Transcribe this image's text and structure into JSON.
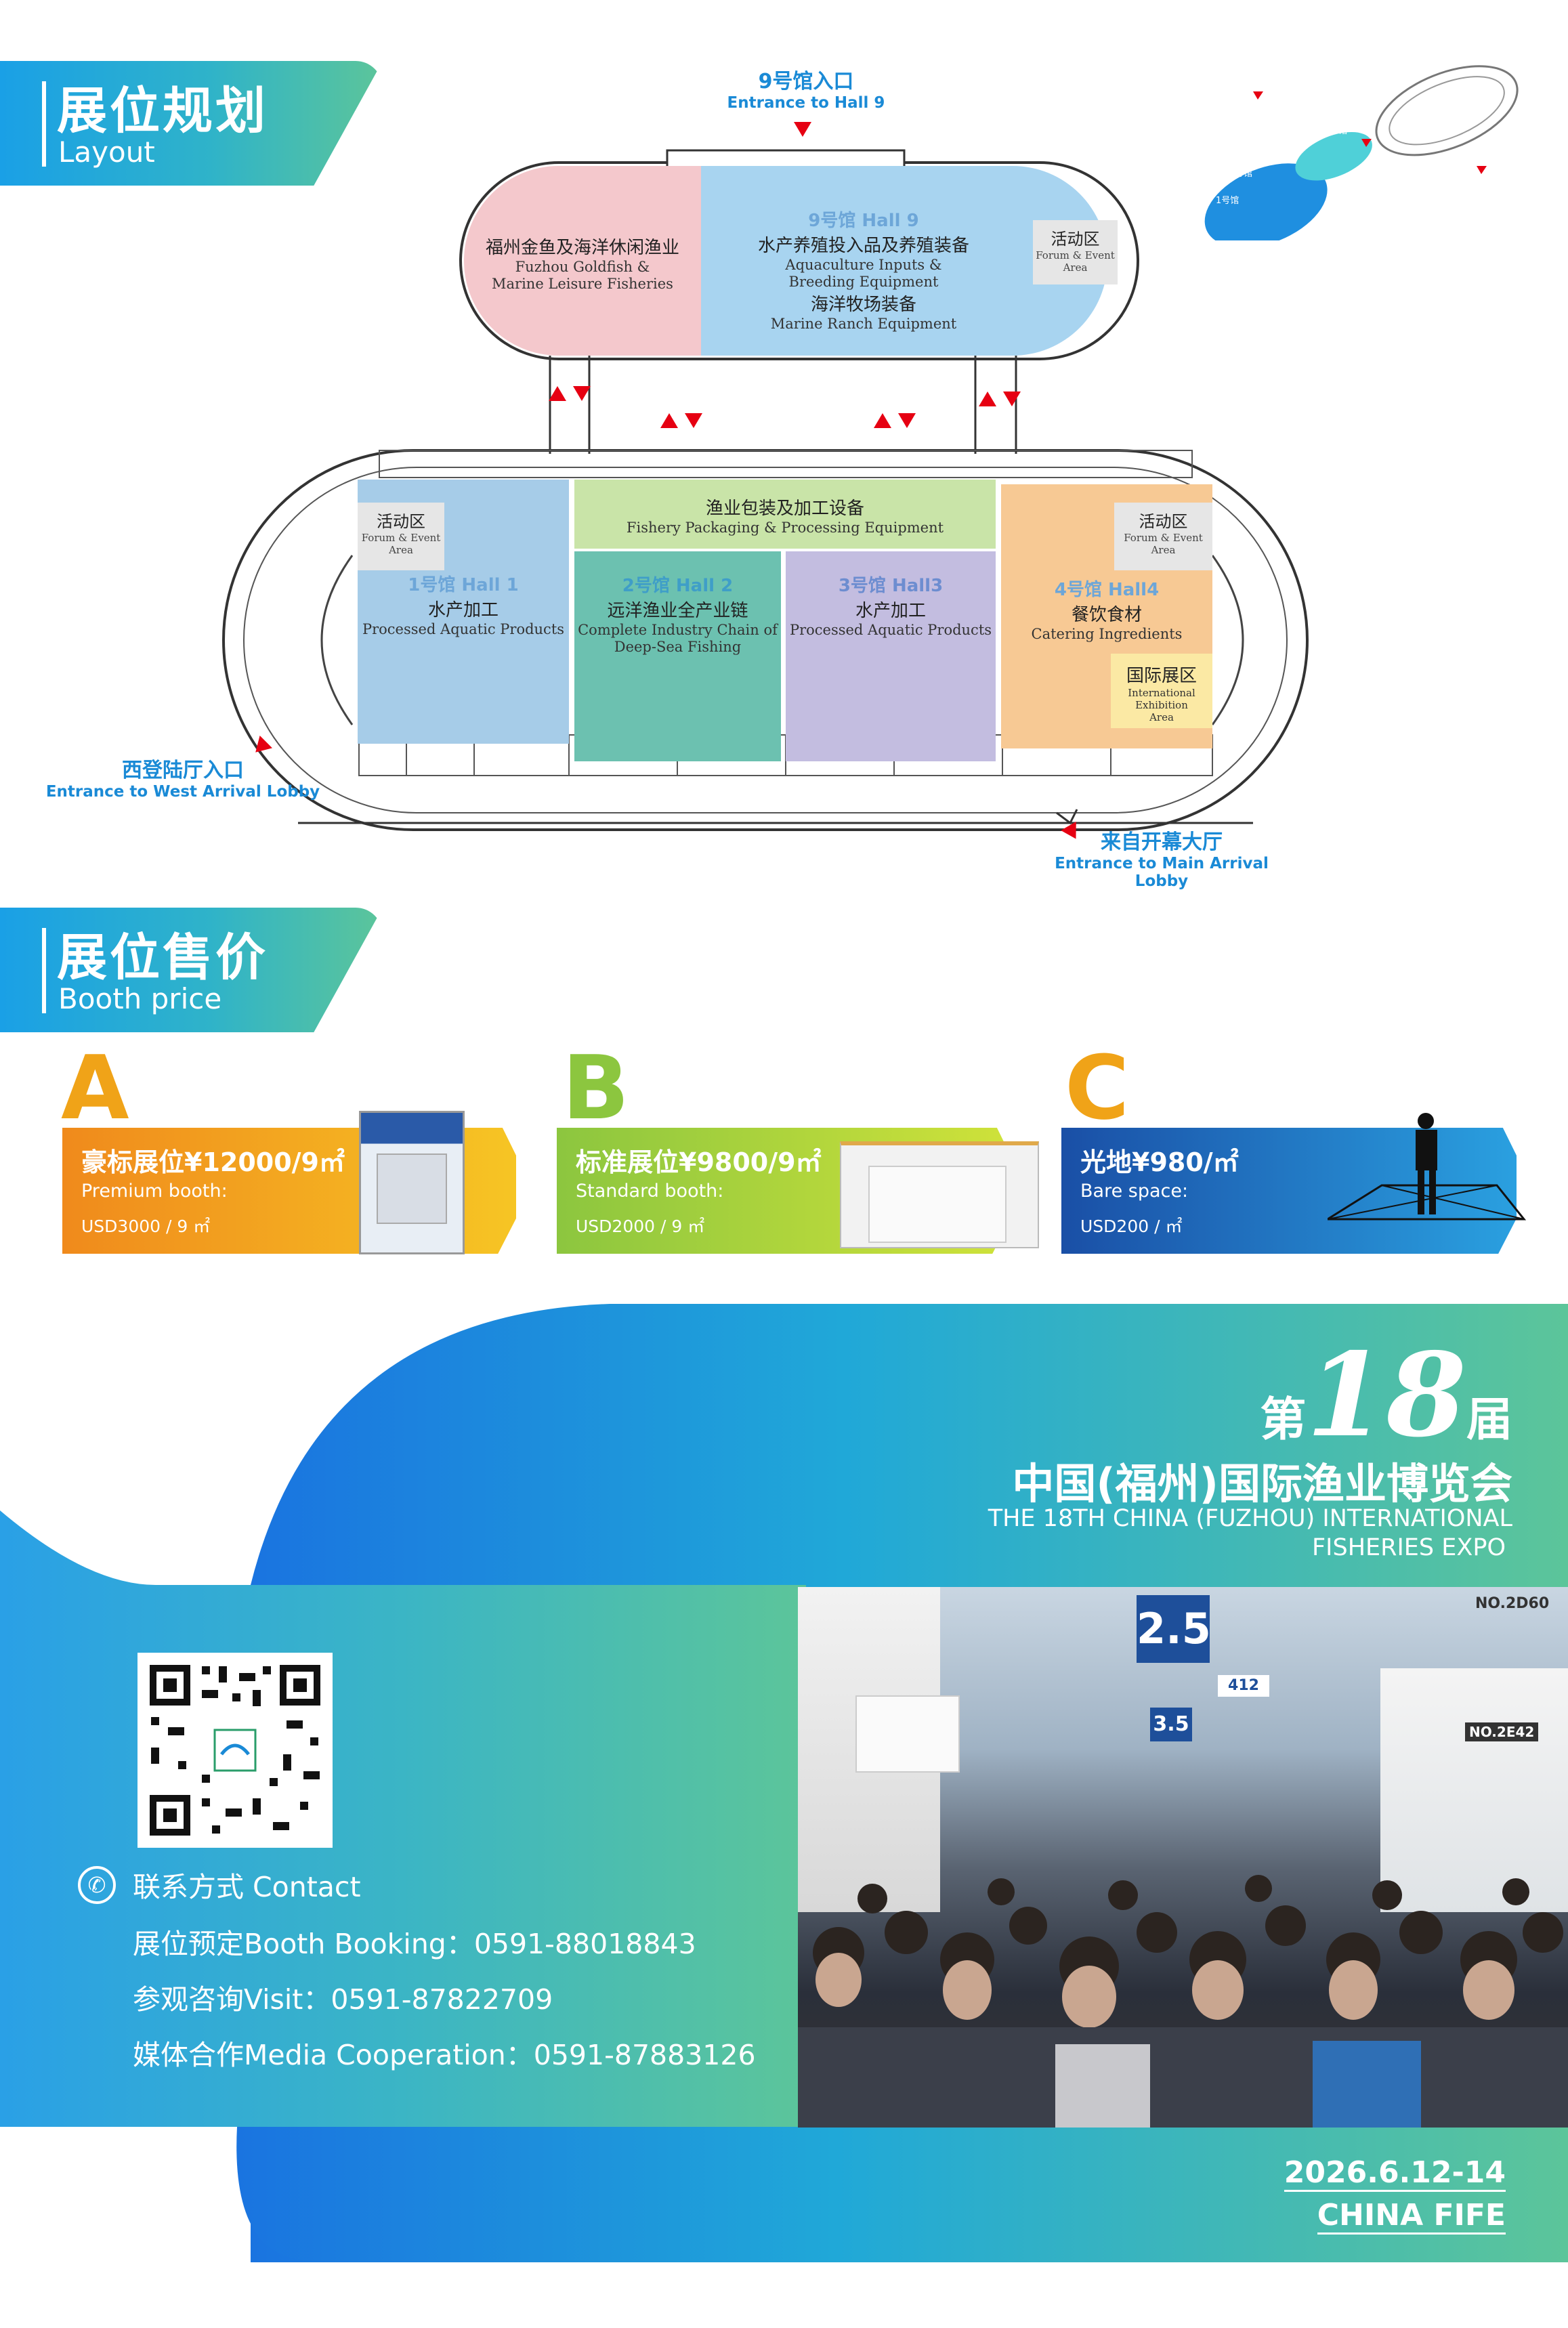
{
  "layout_section": {
    "title_zh": "展位规划",
    "title_en": "Layout"
  },
  "entrances": {
    "hall9_zh": "9号馆入口",
    "hall9_en": "Entrance to Hall 9",
    "west_zh": "西登陆厅入口",
    "west_en": "Entrance to West Arrival Lobby",
    "main_zh": "来自开幕大厅",
    "main_en": "Entrance to Main Arrival Lobby"
  },
  "hall9": {
    "left_zh": "福州金鱼及海洋休闲渔业",
    "left_en1": "Fuzhou Goldfish &",
    "left_en2": "Marine Leisure Fisheries",
    "title": "9号馆 Hall 9",
    "line1_zh": "水产养殖投入品及养殖装备",
    "line1_en1": "Aquaculture Inputs &",
    "line1_en2": "Breeding Equipment",
    "line2_zh": "海洋牧场装备",
    "line2_en": "Marine Ranch Equipment"
  },
  "event_area": {
    "zh": "活动区",
    "en": "Forum & Event Area"
  },
  "packaging": {
    "zh": "渔业包装及加工设备",
    "en": "Fishery Packaging & Processing Equipment"
  },
  "hall1": {
    "title": "1号馆 Hall 1",
    "zh": "水产加工",
    "en": "Processed Aquatic Products"
  },
  "hall2": {
    "title": "2号馆 Hall 2",
    "zh": "远洋渔业全产业链",
    "en1": "Complete Industry Chain of",
    "en2": "Deep-Sea Fishing"
  },
  "hall3": {
    "title": "3号馆 Hall3",
    "zh": "水产加工",
    "en": "Processed Aquatic Products"
  },
  "hall4": {
    "title": "4号馆 Hall4",
    "zh": "餐饮食材",
    "en": "Catering Ingredients",
    "intl_zh": "国际展区",
    "intl_en1": "International Exhibition",
    "intl_en2": "Area"
  },
  "minimap": {
    "h1": "1号馆",
    "h2": "2号馆",
    "h3": "3号馆",
    "h4": "4号馆",
    "h9": "9号馆"
  },
  "price_section": {
    "title_zh": "展位售价",
    "title_en": "Booth price"
  },
  "booths": [
    {
      "letter": "A",
      "name": "豪标展位¥12000/9㎡",
      "sub": "Premium booth:",
      "usd": "USD3000 / 9 ㎡",
      "color": "#f0a318"
    },
    {
      "letter": "B",
      "name": "标准展位¥9800/9㎡",
      "sub": "Standard booth:",
      "usd": "USD2000 / 9 ㎡",
      "color": "#8cc63f"
    },
    {
      "letter": "C",
      "name": "光地¥980/㎡",
      "sub": "Bare space:",
      "usd": "USD200 / ㎡",
      "color": "#f0a318"
    }
  ],
  "expo": {
    "di": "第",
    "num": "18",
    "jie": "届",
    "name_zh": "中国(福州)国际渔业博览会",
    "name_en1": "THE 18TH  CHINA (FUZHOU) INTERNATIONAL",
    "name_en2": "FISHERIES EXPO",
    "date": "2026.6.12-14",
    "brand": "CHINA FIFE"
  },
  "contact": {
    "title": "联系方式 Contact",
    "booking": "展位预定Booth Booking：0591-88018843",
    "visit": "参观咨询Visit：0591-87822709",
    "media": "媒体合作Media Cooperation：0591-87883126"
  },
  "photo": {
    "sign1": "2.5",
    "sign2": "3.5",
    "sign3": "NO.2D60",
    "sign4": "NO.2E42",
    "sign5": "412"
  },
  "colors": {
    "accent_blue": "#1a8ad6",
    "teal": "#4fc0a0",
    "entrance_red": "#e60012"
  }
}
